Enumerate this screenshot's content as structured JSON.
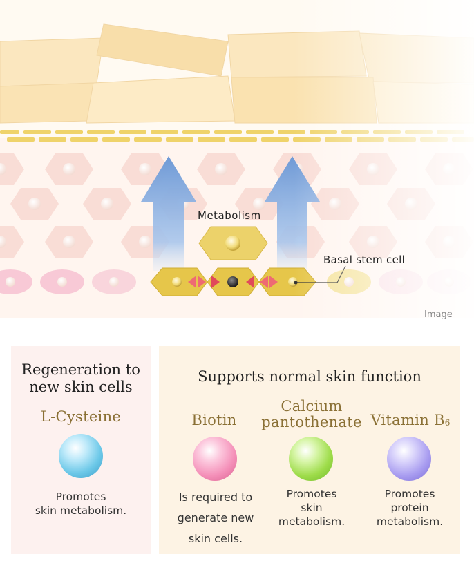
{
  "diagram": {
    "metabolism_label": "Metabolism",
    "stem_cell_label": "Basal stem cell",
    "image_note": "Image"
  },
  "left_panel": {
    "heading_line1": "Regeneration to",
    "heading_line2": "new skin cells",
    "nutrient": "L-Cysteine",
    "desc_line1": "Promotes",
    "desc_line2": "skin metabolism."
  },
  "right_panel": {
    "heading": "Supports normal skin function",
    "nutrients": [
      {
        "name_line1": "Biotin",
        "desc_line1": "Is required to",
        "desc_line2": "generate new",
        "desc_line3": "skin cells."
      },
      {
        "name_line1": "Calcium",
        "name_line2": "pantothenate",
        "desc_line1": "Promotes",
        "desc_line2": "skin",
        "desc_line3": "metabolism."
      },
      {
        "name_line1": "Vitamin B",
        "name_sub": "6",
        "desc_line1": "Promotes",
        "desc_line2": "protein",
        "desc_line3": "metabolism."
      }
    ]
  },
  "colors": {
    "gold": "#e8c74a",
    "arrow_blue": "#7fa8d8",
    "sphere_cysteine": "#6cc8e8",
    "sphere_biotin": "#f48fb8",
    "sphere_calcium": "#9edc4a",
    "sphere_vitb6": "#a89cf0"
  }
}
